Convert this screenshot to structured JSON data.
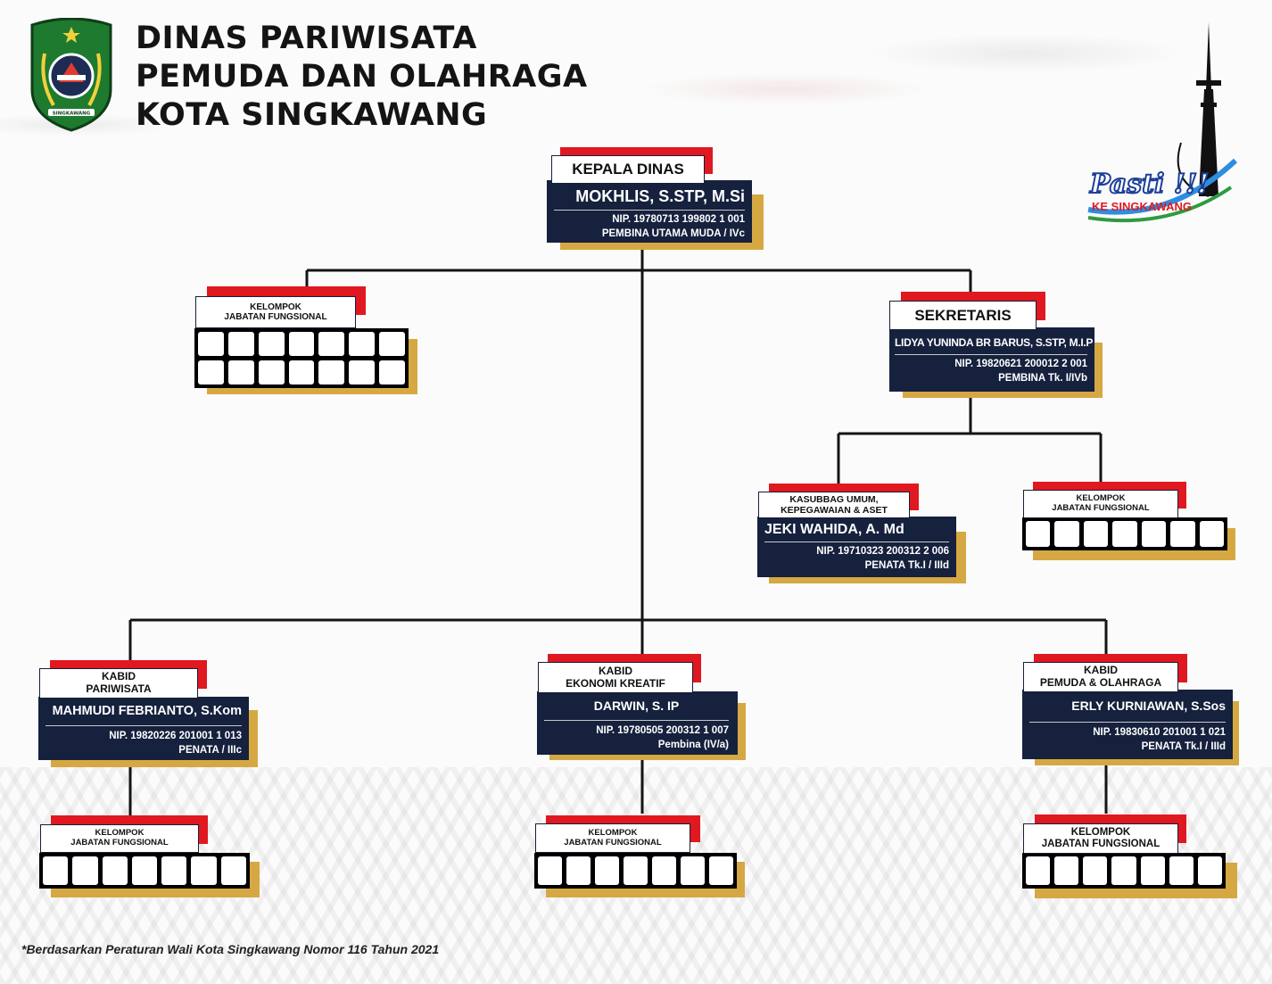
{
  "header": {
    "title_lines": [
      "DINAS PARIWISATA",
      "PEMUDA DAN OLAHRAGA",
      "KOTA SINGKAWANG"
    ]
  },
  "emblem": {
    "motto": "SINGKAWANG"
  },
  "brand": {
    "main": "Pasti !!!",
    "sub": "KE SINGKAWANG"
  },
  "colors": {
    "navy": "#15213d",
    "red": "#e01820",
    "gold": "#d6a843",
    "line": "#141414"
  },
  "kepala_dinas": {
    "title": "KEPALA DINAS",
    "name": "MOKHLIS, S.STP, M.Si",
    "nip": "NIP. 19780713 199802 1 001",
    "rank": "PEMBINA UTAMA MUDA / IVc"
  },
  "kelompok_top": {
    "title_lines": [
      "KELOMPOK",
      "JABATAN FUNGSIONAL"
    ]
  },
  "sekretaris": {
    "title": "SEKRETARIS",
    "name": "LIDYA YUNINDA BR BARUS, S.STP, M.I.P",
    "nip": "NIP. 19820621 200012 2 001",
    "rank": "PEMBINA Tk. I/IVb"
  },
  "kasubbag": {
    "title_lines": [
      "KASUBBAG UMUM,",
      "KEPEGAWAIAN & ASET"
    ],
    "name": "JEKI WAHIDA, A. Md",
    "nip": "NIP. 19710323 200312 2 006",
    "rank": "PENATA Tk.I / IIId"
  },
  "kelompok_sek": {
    "title_lines": [
      "KELOMPOK",
      "JABATAN FUNGSIONAL"
    ]
  },
  "kabid_pariwisata": {
    "title_lines": [
      "KABID",
      "PARIWISATA"
    ],
    "name": "MAHMUDI FEBRIANTO, S.Kom",
    "nip": "NIP. 19820226 201001 1 013",
    "rank": "PENATA / IIIc"
  },
  "kabid_ekraf": {
    "title_lines": [
      "KABID",
      "EKONOMI KREATIF"
    ],
    "name": "DARWIN, S. IP",
    "nip": "NIP. 19780505 200312 1 007",
    "rank": "Pembina (IV/a)"
  },
  "kabid_pemuda": {
    "title_lines": [
      "KABID",
      "PEMUDA & OLAHRAGA"
    ],
    "name": "ERLY KURNIAWAN, S.Sos",
    "nip": "NIP. 19830610 201001 1 021",
    "rank": "PENATA Tk.I / IIId"
  },
  "kelompok_par": {
    "title_lines": [
      "KELOMPOK",
      "JABATAN FUNGSIONAL"
    ]
  },
  "kelompok_ekraf": {
    "title_lines": [
      "KELOMPOK",
      "JABATAN FUNGSIONAL"
    ]
  },
  "kelompok_pemuda": {
    "title_lines": [
      "KELOMPOK",
      "JABATAN FUNGSIONAL"
    ]
  },
  "footnote": "*Berdasarkan Peraturan Wali Kota Singkawang Nomor 116 Tahun 2021"
}
